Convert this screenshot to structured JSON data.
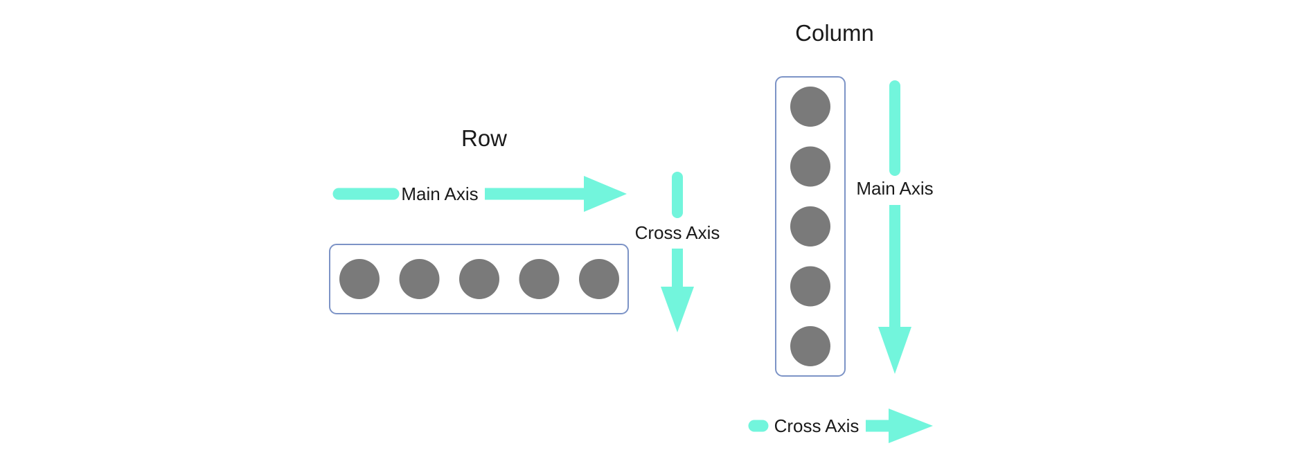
{
  "colors": {
    "arrow": "#72F5DC",
    "circle": "#7A7A7A",
    "container_border": "#7C93C6",
    "text": "#1A1A1A",
    "background": "#FFFFFF"
  },
  "row": {
    "title": "Row",
    "main_axis_label": "Main Axis",
    "cross_axis_label": "Cross Axis",
    "item_count": 5
  },
  "column": {
    "title": "Column",
    "main_axis_label": "Main Axis",
    "cross_axis_label": "Cross Axis",
    "item_count": 5
  }
}
